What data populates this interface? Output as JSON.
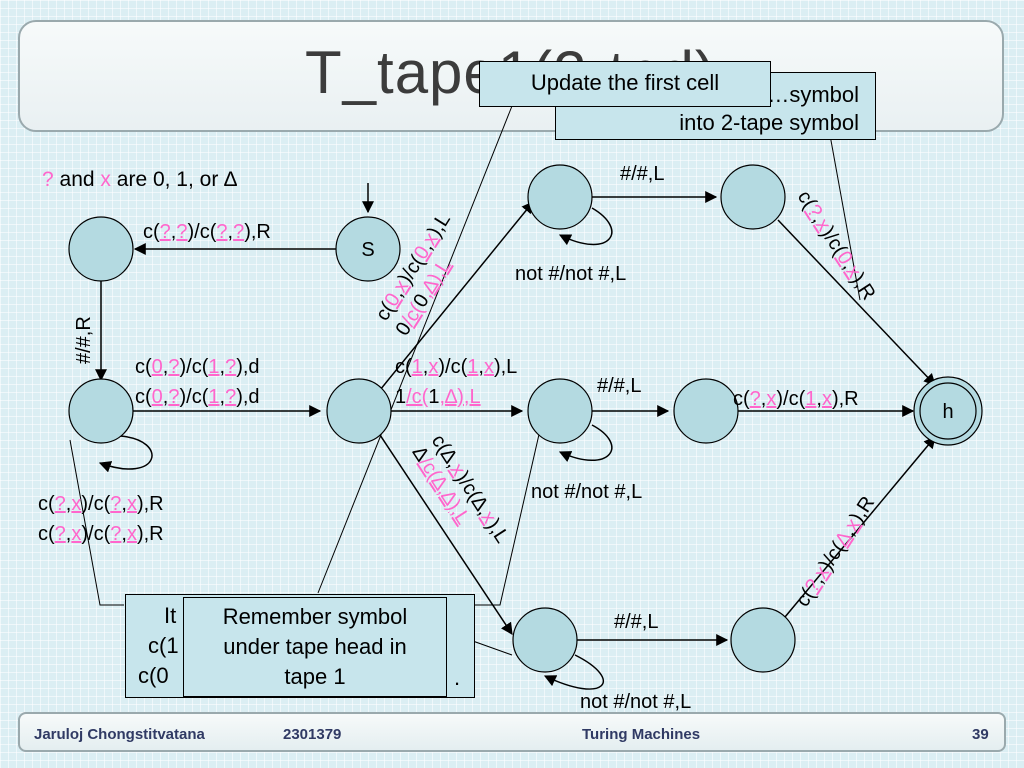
{
  "slide": {
    "title": "T_tape1(2-tpd)",
    "legend": {
      "q": "?",
      "and": "and",
      "x": "x",
      "rest": "are 0, 1, or ∆"
    }
  },
  "callouts": {
    "update_first": "Update the first cell",
    "convert_line1": "…symbol",
    "convert_line2": "into 2-tape symbol",
    "remember_line1": "Remember symbol",
    "remember_line2": "under tape head in",
    "remember_line3": "tape 1",
    "behind_line1": "It",
    "behind_line2": "c(1",
    "behind_line3": "c(0",
    "behind_dot": "."
  },
  "states": {
    "start": "S",
    "halt": "h"
  },
  "edges": {
    "s_to_a": [
      "c(",
      "?",
      ",",
      "?",
      ")/c(",
      "?",
      ",",
      "?",
      "),R"
    ],
    "a_to_b": "#/#,R",
    "b_loop_1": [
      "c(",
      "?",
      ",",
      "x",
      ")/c(",
      "?",
      ",",
      "x",
      "),R"
    ],
    "b_loop_2": [
      "c(",
      "?",
      ",",
      "x",
      ")/c(",
      "?",
      ",",
      "x",
      "),R"
    ],
    "b_to_c_1": [
      "c(",
      "0",
      ",",
      "?",
      ")/c(",
      "1",
      ",",
      "?",
      "),d"
    ],
    "b_to_c_2": [
      "c(",
      "0",
      ",",
      "?",
      ")/c(",
      "1",
      ",",
      "?",
      "),d"
    ],
    "c_to_d_1": [
      "c(",
      "0",
      ",",
      "x",
      ")/c(",
      "0",
      ",",
      "x",
      "),L"
    ],
    "c_to_d_2": [
      "0",
      "/c(",
      "0",
      ",∆),L"
    ],
    "c_to_e_1": [
      "c(",
      "1",
      ",",
      "x",
      ")/c(",
      "1",
      ",",
      "x",
      "),L"
    ],
    "c_to_e_2": [
      "1",
      "/c(",
      "1",
      ",∆),L"
    ],
    "c_to_f_1": [
      "c(∆,",
      "x",
      ")/c(∆,",
      "x",
      "),L"
    ],
    "c_to_f_2": [
      "∆",
      "/c(∆,∆),L"
    ],
    "d_loop": "not #/not #,L",
    "e_loop": "not #/not #,L",
    "f_loop": "not #/not #,L",
    "d_to_g": "#/#,L",
    "e_to_i": "#/#,L",
    "f_to_j": "#/#,L",
    "g_to_h": [
      "c(",
      "?",
      ",",
      "x",
      ")/c(",
      "0",
      ",",
      "x",
      "),R"
    ],
    "i_to_h": [
      "c(",
      "?",
      ",",
      "x",
      ")/c(",
      "1",
      ",",
      "x",
      "),R"
    ],
    "j_to_h": [
      "c(",
      "?",
      ",",
      "x",
      ")/c(",
      "∆",
      ",",
      "x",
      "),R"
    ]
  },
  "footer": {
    "author": "Jaruloj Chongstitvatana",
    "course": "2301379",
    "topic": "Turing Machines",
    "page": "39"
  },
  "colors": {
    "node_fill": "#b4dae1",
    "pink": "#ff66cc",
    "callout_fill": "#c7e5ec",
    "footer_text": "#303a64"
  }
}
